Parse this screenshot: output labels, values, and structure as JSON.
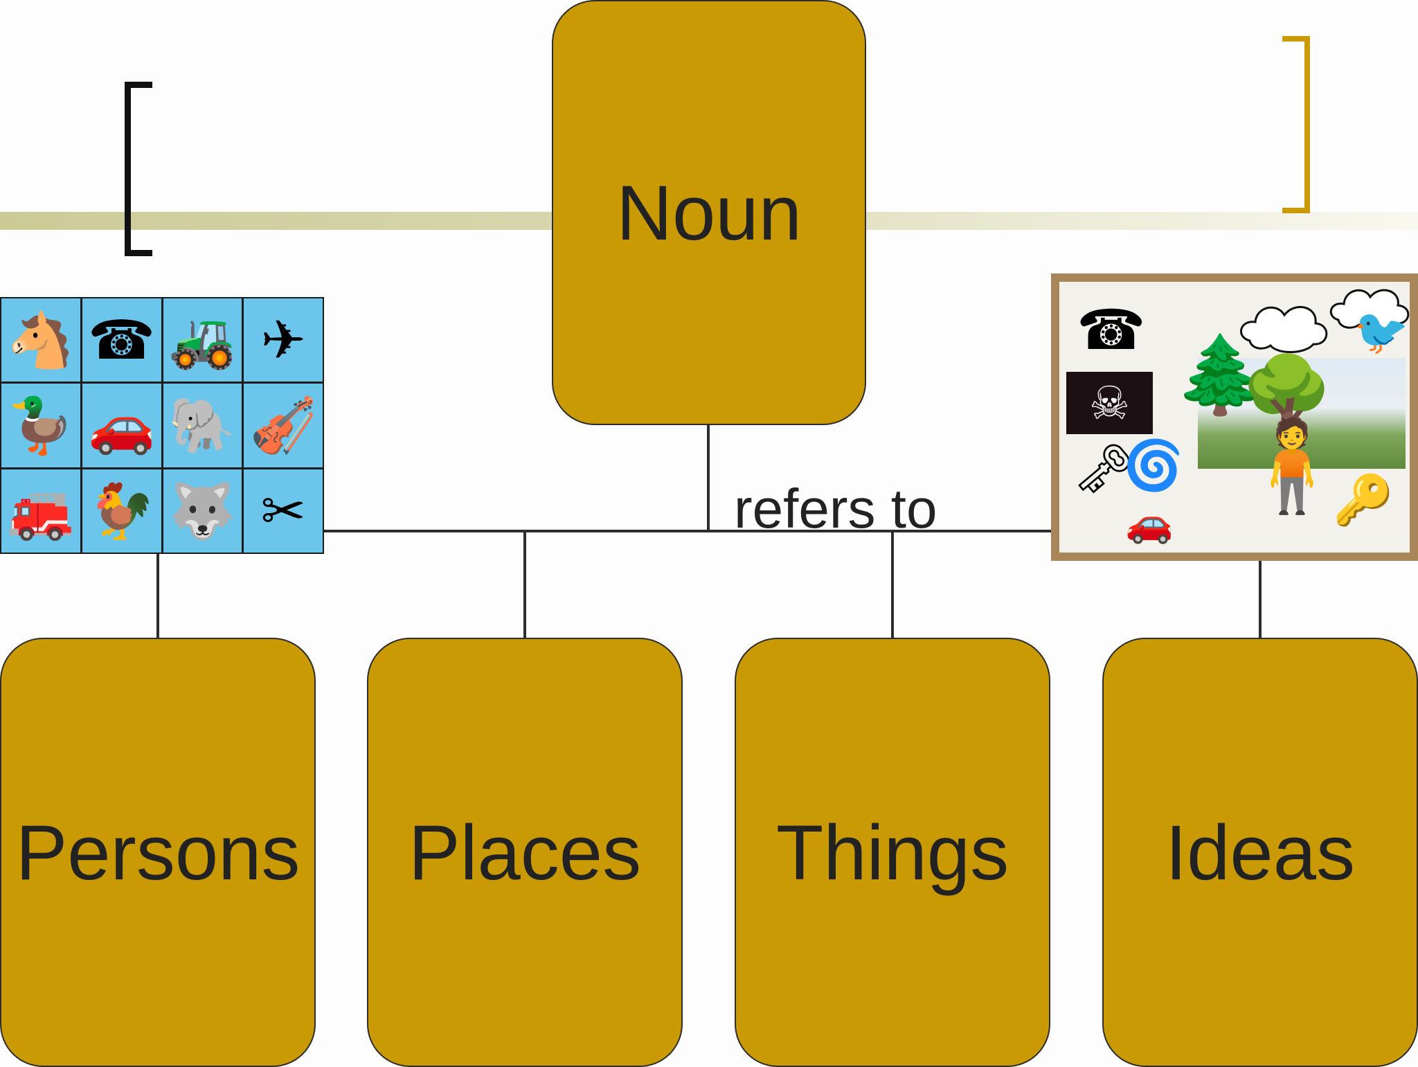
{
  "diagram": {
    "root": {
      "label": "Noun"
    },
    "relation_label": "refers to",
    "categories": [
      {
        "label": "Persons"
      },
      {
        "label": "Places"
      },
      {
        "label": "Things"
      },
      {
        "label": "Ideas"
      }
    ]
  },
  "images": {
    "noun_grid": {
      "tiles": [
        {
          "icon": "horse-icon",
          "glyph": "🐴"
        },
        {
          "icon": "telephone-icon",
          "glyph": "☎"
        },
        {
          "icon": "lawnmower-icon",
          "glyph": "🚜"
        },
        {
          "icon": "airplane-icon",
          "glyph": "✈"
        },
        {
          "icon": "duck-icon",
          "glyph": "🦆"
        },
        {
          "icon": "car-icon",
          "glyph": "🚗"
        },
        {
          "icon": "elephant-icon",
          "glyph": "🐘"
        },
        {
          "icon": "violin-icon",
          "glyph": "🎻"
        },
        {
          "icon": "fire-truck-icon",
          "glyph": "🚒"
        },
        {
          "icon": "rooster-icon",
          "glyph": "🐓"
        },
        {
          "icon": "coyote-icon",
          "glyph": "🐺"
        },
        {
          "icon": "scissors-icon",
          "glyph": "✂"
        }
      ]
    },
    "ideas_collage": {
      "items": [
        "telephone-icon",
        "cloud-icon",
        "bird-icon",
        "pirate-flag-icon",
        "tree-icon",
        "key-icon",
        "spiral-icon",
        "car-icon",
        "person-icon"
      ]
    }
  },
  "colors": {
    "box_fill": "#c99a04",
    "box_border": "#2d2d2d",
    "text": "#222222",
    "tile_background": "#6cc6ec",
    "accent_bracket": "#c99a05"
  }
}
